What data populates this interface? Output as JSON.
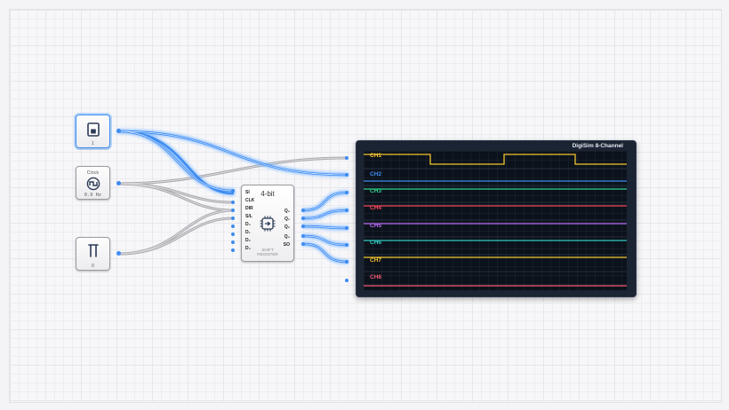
{
  "switch": {
    "value": "1"
  },
  "clock": {
    "title": "Clock",
    "frequency": "0.9 Hz"
  },
  "button": {
    "value": "0"
  },
  "shift_register": {
    "title": "4-bit",
    "name_line1": "SHIFT",
    "name_line2": "REGISTER",
    "left_pins": [
      "SI",
      "CLK",
      "DIR",
      "S/L",
      "D₀",
      "D₁",
      "D₂",
      "D₃"
    ],
    "right_pins": [
      "Q₀",
      "Q₁",
      "Q₂",
      "Q₃",
      "SO"
    ]
  },
  "scope": {
    "title": "DigiSim 8-Channel",
    "channels": [
      {
        "label": "CH1",
        "color": "#f2c531"
      },
      {
        "label": "CH2",
        "color": "#3d8bf2"
      },
      {
        "label": "CH3",
        "color": "#2fd28c"
      },
      {
        "label": "CH4",
        "color": "#f2475a"
      },
      {
        "label": "CH5",
        "color": "#b76cf2"
      },
      {
        "label": "CH6",
        "color": "#2ec9c0"
      },
      {
        "label": "CH7",
        "color": "#f2c531"
      },
      {
        "label": "CH8",
        "color": "#f25a75"
      }
    ]
  },
  "colors": {
    "wire_active": "#3d8bf2",
    "wire_idle": "#a9a9ae",
    "accent": "#3b8cf0"
  }
}
